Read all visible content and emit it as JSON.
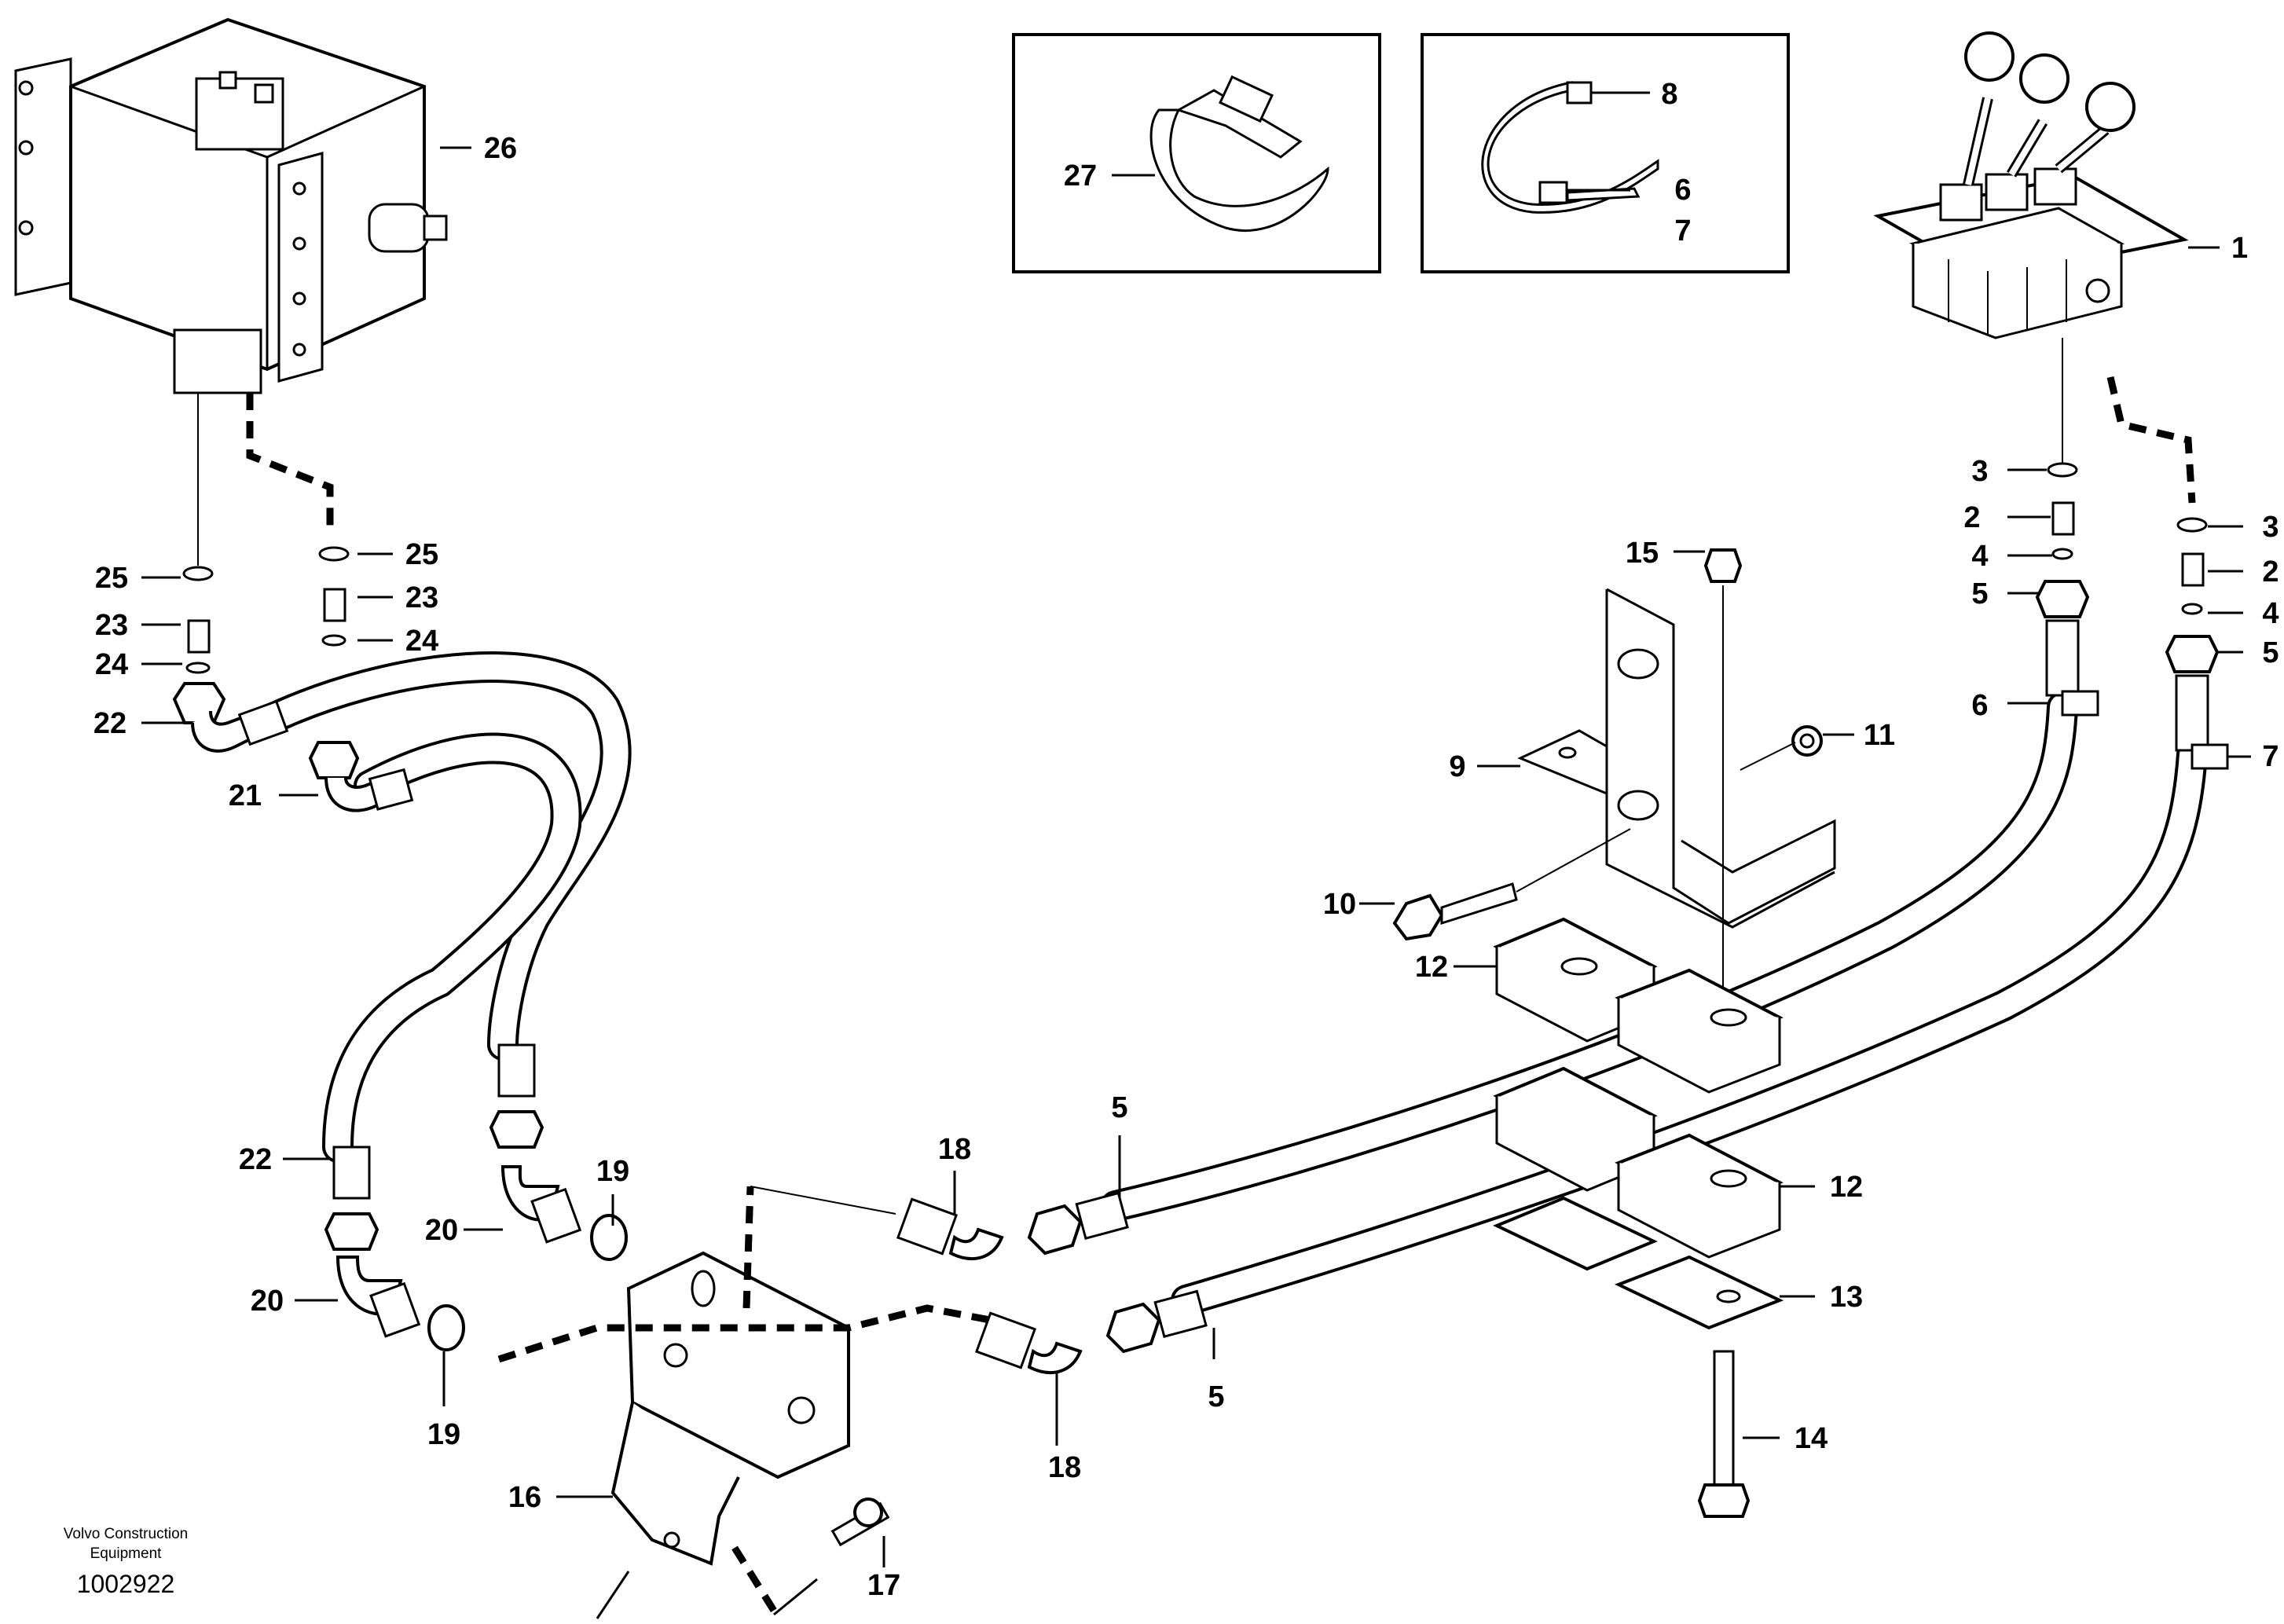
{
  "footer": {
    "manufacturer_line1": "Volvo Construction",
    "manufacturer_line2": "Equipment",
    "drawing_number": "1002922"
  },
  "callouts": {
    "c1": "1",
    "c2a": "2",
    "c2b": "2",
    "c3a": "3",
    "c3b": "3",
    "c4a": "4",
    "c4b": "4",
    "c5a": "5",
    "c5b": "5",
    "c5c": "5",
    "c5d": "5",
    "c6a": "6",
    "c6b": "6",
    "c7a": "7",
    "c7b": "7",
    "c8": "8",
    "c9": "9",
    "c10": "10",
    "c11": "11",
    "c12a": "12",
    "c12b": "12",
    "c13": "13",
    "c14": "14",
    "c15": "15",
    "c16": "16",
    "c17": "17",
    "c18a": "18",
    "c18b": "18",
    "c19a": "19",
    "c19b": "19",
    "c20a": "20",
    "c20b": "20",
    "c21": "21",
    "c22a": "22",
    "c22b": "22",
    "c23a": "23",
    "c23b": "23",
    "c24a": "24",
    "c24b": "24",
    "c25a": "25",
    "c25b": "25",
    "c26": "26",
    "c27": "27"
  }
}
